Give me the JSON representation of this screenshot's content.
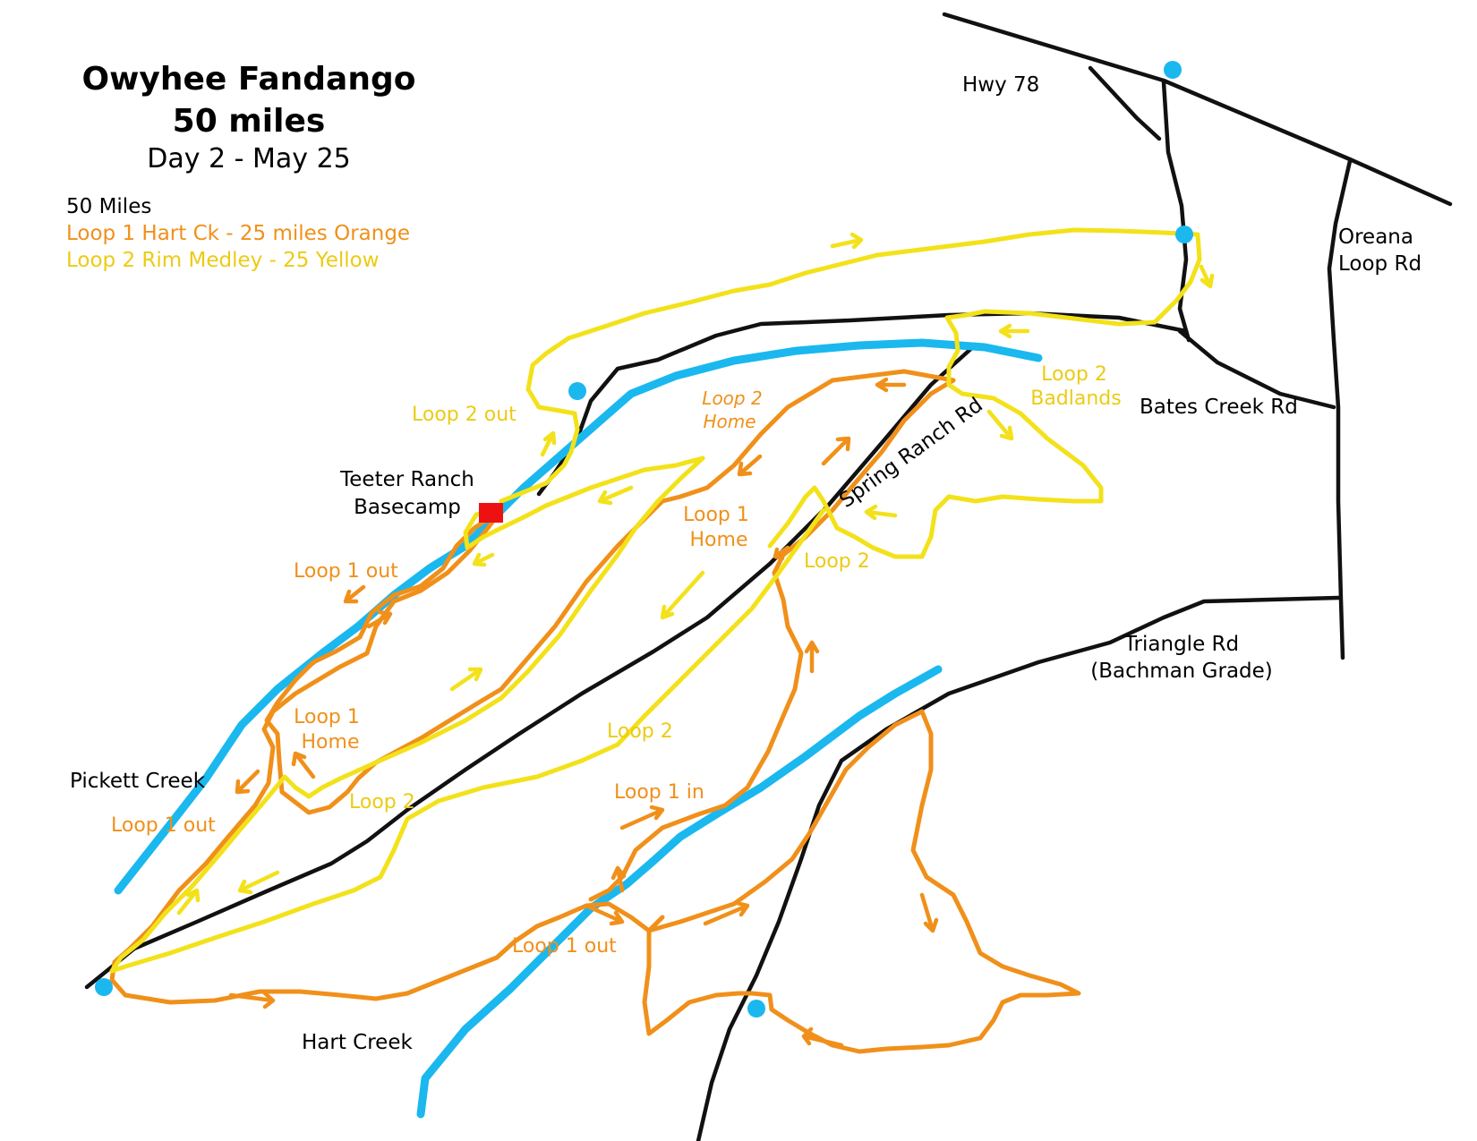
{
  "title": {
    "line1": "Owyhee Fandango",
    "line2": "50 miles",
    "line3": "Day 2 - May 25"
  },
  "legend": {
    "item1": "50 Miles",
    "item2": "Loop 1 Hart Ck - 25 miles Orange",
    "item3": "Loop 2 Rim Medley - 25 Yellow"
  },
  "colors": {
    "roads": "#111111",
    "creeks": "#1ab8ee",
    "loop1": "#f0901a",
    "loop2": "#f3e11a",
    "basecamp": "#ee1111",
    "water_stops": "#1ab8ee"
  },
  "roads": {
    "hwy78": "Hwy 78",
    "oreana_line1": "Oreana",
    "oreana_line2": "Loop Rd",
    "bates": "Bates Creek Rd",
    "spring_ranch": "Spring Ranch Rd",
    "triangle_line1": "Triangle Rd",
    "triangle_line2": "(Bachman Grade)"
  },
  "places": {
    "basecamp_line1": "Teeter Ranch",
    "basecamp_line2": "Basecamp",
    "pickett": "Pickett Creek",
    "hart": "Hart Creek"
  },
  "route_labels": {
    "loop2_out": "Loop 2 out",
    "loop2_home_line1": "Loop 2",
    "loop2_home_line2": "Home",
    "loop2_badlands_line1": "Loop 2",
    "loop2_badlands_line2": "Badlands",
    "loop1_home_upper_line1": "Loop 1",
    "loop1_home_upper_line2": "Home",
    "loop2_spring": "Loop 2",
    "loop1_out_upper": "Loop 1 out",
    "loop1_home_lower_line1": "Loop 1",
    "loop1_home_lower_line2": "Home",
    "loop1_out_pickett": "Loop 1 out",
    "loop2_lower_left": "Loop 2",
    "loop2_middle": "Loop 2",
    "loop1_in": "Loop 1 in",
    "loop1_out_hart": "Loop 1 out"
  },
  "markers": {
    "basecamp": "red-square",
    "water_stops": "blue-dot"
  }
}
